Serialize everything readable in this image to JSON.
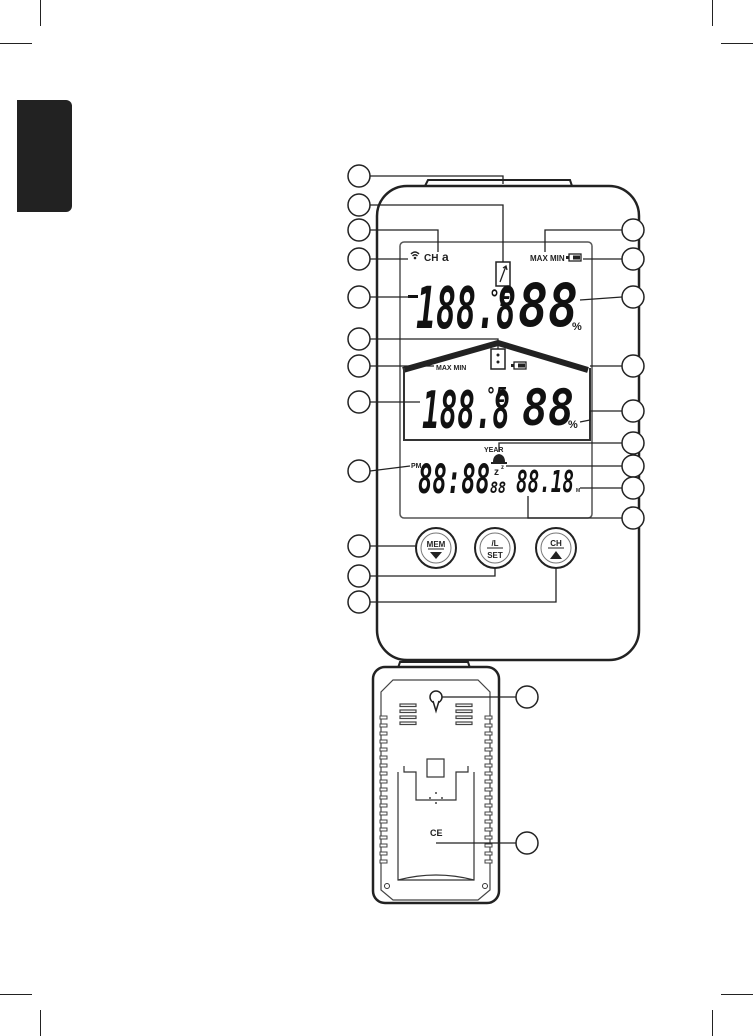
{
  "display": {
    "outdoor": {
      "channel": "CH",
      "temperature": "188.8",
      "unit": "°E",
      "humidity": "88",
      "humidity_unit": "%",
      "max_min": "MAX MIN"
    },
    "indoor": {
      "temperature": "188.8",
      "unit": "°E",
      "humidity": "88",
      "humidity_unit": "%",
      "max_min": "MAX MIN"
    },
    "clock": {
      "ampm": "PM",
      "time": "88:88",
      "seconds": "88",
      "year_label": "YEAR",
      "date": "88.18",
      "date_suffix": "M"
    }
  },
  "buttons": {
    "mem": "MEM",
    "set_top": "/L",
    "set_bottom": "SET",
    "ch": "CH"
  },
  "back": {
    "ce_mark": "CE"
  },
  "icons": {
    "signal": "wifi-signal-icon",
    "battery": "battery-icon",
    "trend": "trend-arrow-icon",
    "alarm": "alarm-bell-icon",
    "snooze": "snooze-icon",
    "hang_hole": "keyhole-icon",
    "down_arrow": "triangle-down-icon",
    "up_arrow": "triangle-up-icon"
  }
}
